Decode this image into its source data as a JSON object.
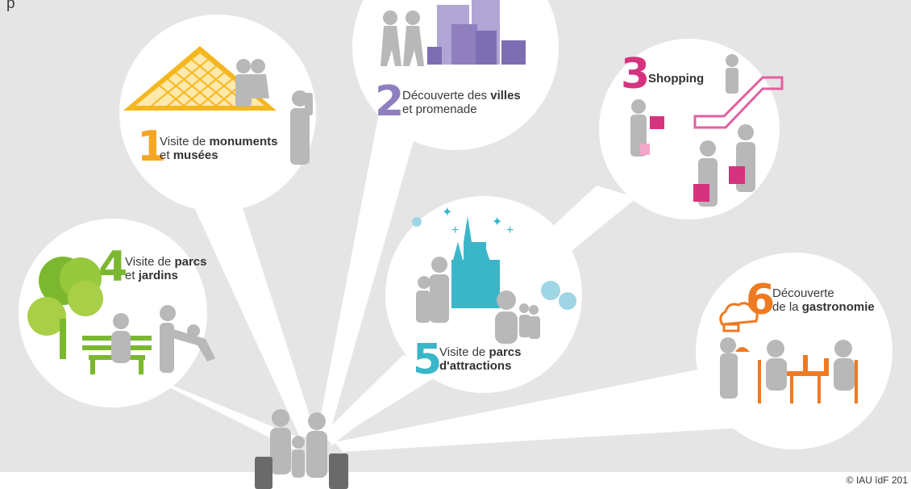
{
  "header": {
    "title_fragment": "p"
  },
  "activities": [
    {
      "number": "1",
      "line1_pre": "Visite de ",
      "line1_bold": "monuments",
      "line2_pre": "et ",
      "line2_bold": "musées",
      "color": "#f5a623"
    },
    {
      "number": "2",
      "line1_pre": "Découverte des ",
      "line1_bold": "villes",
      "line2_pre": "et promenade",
      "line2_bold": "",
      "color": "#8f7fbf"
    },
    {
      "number": "3",
      "line1_pre": "",
      "line1_bold": "Shopping",
      "line2_pre": "",
      "line2_bold": "",
      "color": "#d6337f"
    },
    {
      "number": "4",
      "line1_pre": "Visite de ",
      "line1_bold": "parcs",
      "line2_pre": "et ",
      "line2_bold": "jardins",
      "color": "#7cb82f"
    },
    {
      "number": "5",
      "line1_pre": "Visite de ",
      "line1_bold": "parcs",
      "line2_pre": "",
      "line2_bold": "d'attractions",
      "color": "#3bb6c9"
    },
    {
      "number": "6",
      "line1_pre": "Découverte",
      "line1_bold": "",
      "line2_pre": "de la ",
      "line2_bold": "gastronomie",
      "color": "#ee7a22"
    }
  ],
  "colors": {
    "background": "#e6e5e5",
    "figure": "#b7b7b7",
    "dark_figure": "#6a6a6a"
  },
  "footer": {
    "credit": "© IAU îdF 201"
  }
}
